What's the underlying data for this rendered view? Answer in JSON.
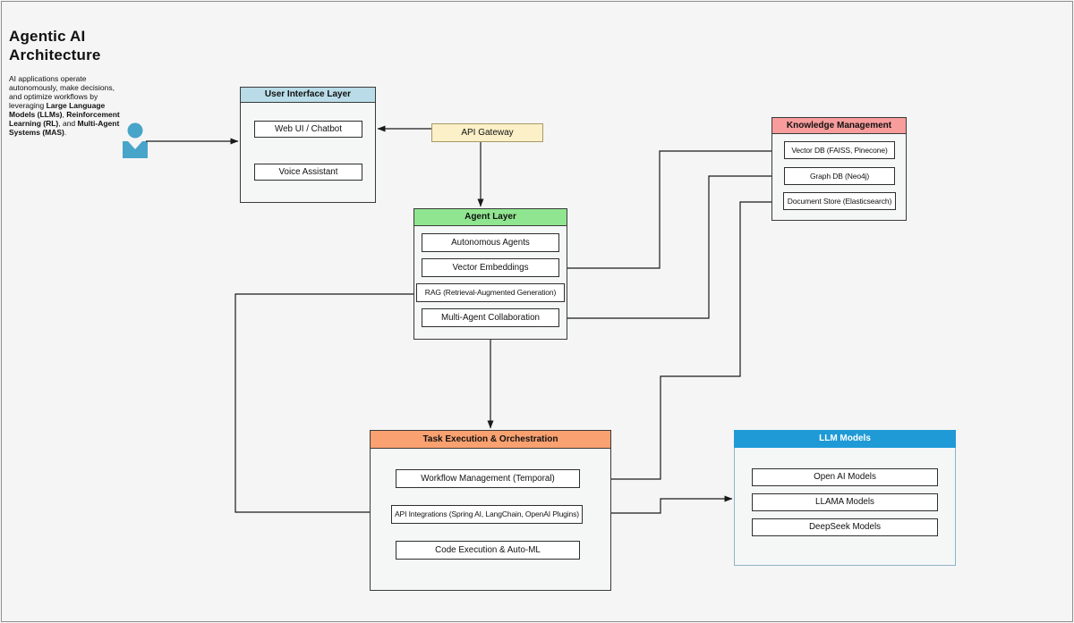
{
  "page": {
    "title_line1": "Agentic AI",
    "title_line2": "Architecture",
    "description": {
      "seg0": "AI applications operate autonomously, make decisions, and optimize workflows by leveraging ",
      "seg1": "Large Language Models (LLMs)",
      "seg2": ", ",
      "seg3": "Reinforcement Learning (RL)",
      "seg4": ", and ",
      "seg5": "Multi-Agent Systems (MAS)",
      "seg6": "."
    }
  },
  "colors": {
    "canvas_bg": "#f5f5f5",
    "line": "#1a1a1a",
    "ui_header": "#b9dce8",
    "agent_header": "#90e690",
    "knowledge_header": "#f89c9c",
    "task_header": "#f9a170",
    "llm_header": "#1f9ad6",
    "api_gateway_fill": "#fbf0c7",
    "person": "#49a4c9"
  },
  "ui_layer": {
    "title": "User Interface Layer",
    "items": [
      "Web UI / Chatbot",
      "Voice Assistant"
    ]
  },
  "api_gateway": {
    "label": "API Gateway"
  },
  "agent_layer": {
    "title": "Agent Layer",
    "items": [
      "Autonomous Agents",
      "Vector Embeddings",
      "RAG (Retrieval-Augmented Generation)",
      "Multi-Agent Collaboration"
    ]
  },
  "knowledge_management": {
    "title": "Knowledge Management",
    "items": [
      "Vector DB (FAISS, Pinecone)",
      "Graph DB (Neo4j)",
      "Document Store (Elasticsearch)"
    ]
  },
  "task_execution": {
    "title": "Task Execution & Orchestration",
    "items": [
      "Workflow Management (Temporal)",
      "API Integrations (Spring AI, LangChain, OpenAI Plugins)",
      "Code Execution & Auto-ML"
    ]
  },
  "llm_models": {
    "title": "LLM Models",
    "items": [
      "Open AI Models",
      "LLAMA Models",
      "DeepSeek Models"
    ]
  },
  "connections": [
    {
      "from": "User",
      "to": "User Interface Layer"
    },
    {
      "from": "API Gateway",
      "to": "User Interface Layer"
    },
    {
      "from": "API Gateway",
      "to": "Agent Layer"
    },
    {
      "from": "Vector Embeddings",
      "to": "Vector DB (FAISS, Pinecone)"
    },
    {
      "from": "Multi-Agent Collaboration",
      "to": "Graph DB (Neo4j)"
    },
    {
      "from": "Workflow Management (Temporal)",
      "to": "Document Store (Elasticsearch)"
    },
    {
      "from": "RAG (Retrieval-Augmented Generation)",
      "to": "API Integrations (Spring AI, LangChain, OpenAI Plugins)"
    },
    {
      "from": "API Integrations (Spring AI, LangChain, OpenAI Plugins)",
      "to": "LLM Models"
    },
    {
      "from": "Agent Layer",
      "to": "Task Execution & Orchestration"
    }
  ]
}
